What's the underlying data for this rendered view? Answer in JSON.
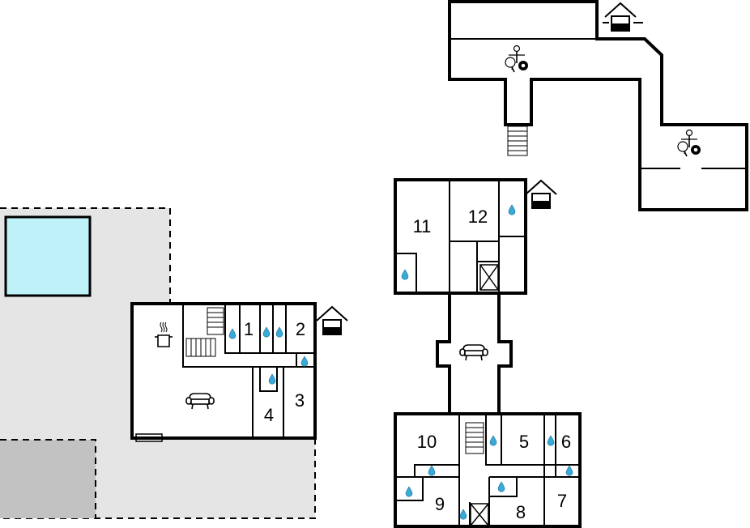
{
  "plan": {
    "rooms": {
      "r1": "1",
      "r2": "2",
      "r3": "3",
      "r4": "4",
      "r5": "5",
      "r6": "6",
      "r7": "7",
      "r8": "8",
      "r9": "9",
      "r10": "10",
      "r11": "11",
      "r12": "12"
    },
    "colors": {
      "terrace": "#e5e5e5",
      "carport": "#c2c2c2",
      "pool": "#bff2f8",
      "games_area": "#cdf7be",
      "water_drop": "#3aa9d8"
    },
    "icons": [
      "house-entrance-icon",
      "stove-icon",
      "sofa-icon",
      "table-tennis-icon",
      "billiard-ball-icon",
      "water-drop-icon",
      "stairs-icon"
    ]
  }
}
